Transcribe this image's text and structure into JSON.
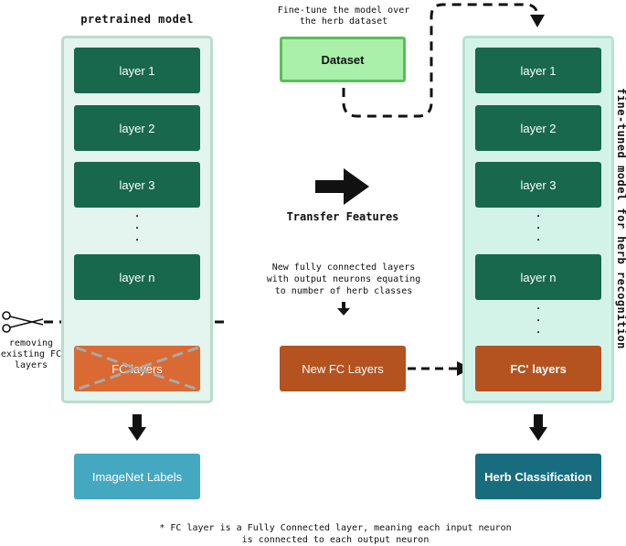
{
  "pretrained": {
    "title": "pretrained model",
    "layers": [
      "layer 1",
      "layer 2",
      "layer 3",
      "layer n"
    ],
    "fc_label": "FC layers",
    "output_label": "ImageNet Labels"
  },
  "remove_note": "removing existing FC layers",
  "dataset": {
    "note": "Fine-tune the model over the herb dataset",
    "label": "Dataset"
  },
  "transfer_label": "Transfer Features",
  "new_fc": {
    "note": "New fully connected layers with output neurons equating to number of herb classes",
    "label": "New FC Layers"
  },
  "finetuned": {
    "title": "fine-tuned model for herb recognition",
    "layers": [
      "layer 1",
      "layer 2",
      "layer 3",
      "layer n"
    ],
    "fc_label": "FC' layers",
    "output_label": "Herb Classification"
  },
  "footnote": "* FC layer is a Fully Connected layer, meaning each input neuron is connected to each output neuron",
  "colors": {
    "layer": "#17684c",
    "panel": "#e3f5ee",
    "fc": "#d96a34",
    "new_fc": "#b45220",
    "dataset": "#aaf0ab",
    "imagenet": "#44a8c0",
    "herb": "#176d7e"
  },
  "icons": [
    "scissors-icon",
    "arrow-right-icon",
    "arrow-down-icon"
  ]
}
